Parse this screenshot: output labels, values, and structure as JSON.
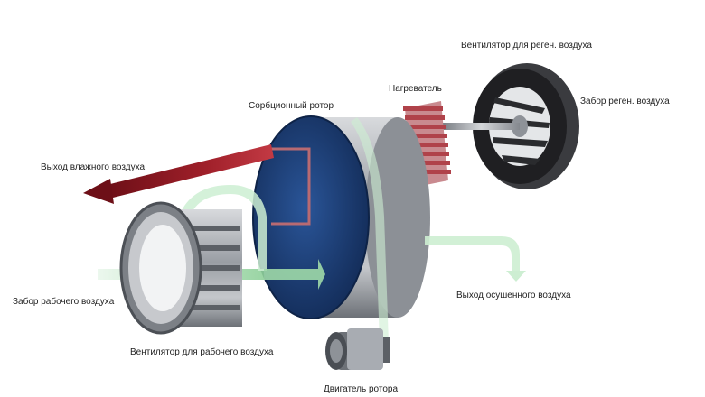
{
  "labels": {
    "regen_fan": "Вентилятор для реген. воздуха",
    "heater": "Нагреватель",
    "rotor": "Сорбционный ротор",
    "regen_intake": "Забор реген. воздуха",
    "wet_air_outlet": "Выход влажного воздуха",
    "process_air_intake": "Забор рабочего воздуха",
    "dry_air_outlet": "Выход осушенного воздуха",
    "process_fan": "Вентилятор для рабочего воздуха",
    "rotor_motor": "Двигатель ротора"
  },
  "colors": {
    "background": "#ffffff",
    "text": "#222222",
    "wet_air_arrow": "#8a1620",
    "process_air_stream": "#9ed9a8",
    "rotor_face": "#1c3f78",
    "heater_fins": "#b0424a",
    "housing_metal": "#a8acb2",
    "fan_dark": "#1f1f22"
  }
}
